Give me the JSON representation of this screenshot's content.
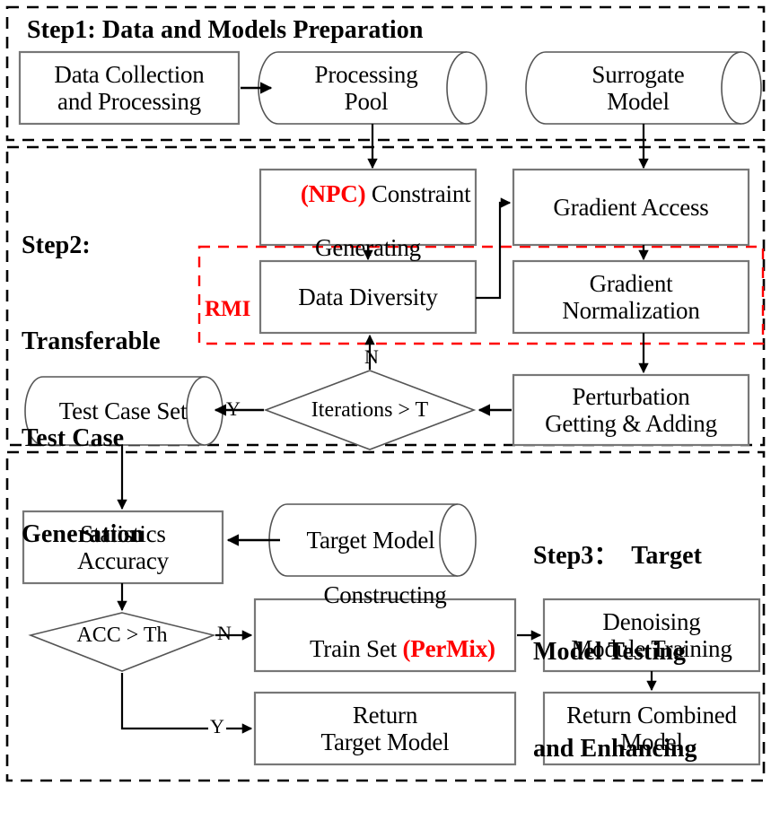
{
  "figure": {
    "type": "flowchart",
    "title_present": false,
    "colors": {
      "accent_red": "#ff0000",
      "box_stroke": "#777777",
      "connector": "#000000",
      "background": "#ffffff"
    }
  },
  "steps": [
    {
      "id": "step1",
      "title": "Step1: Data and Models Preparation"
    },
    {
      "id": "step2",
      "title_lines": [
        "Step2:",
        "Transferable",
        "Test Case",
        "Generation"
      ]
    },
    {
      "id": "step3",
      "title_lines": [
        "Step3：  Target",
        "Model Testing",
        "and Enhancing"
      ]
    }
  ],
  "nodes": {
    "data_collection": {
      "lines": [
        "Data Collection",
        "and Processing"
      ],
      "shape": "rect"
    },
    "processing_pool": {
      "lines": [
        "Processing",
        "Pool"
      ],
      "shape": "cylinder"
    },
    "surrogate_model": {
      "lines": [
        "Surrogate",
        "Model"
      ],
      "shape": "cylinder"
    },
    "constraint_generating": {
      "prefix": "(NPC)",
      "lines": [
        " Constraint",
        "Generating"
      ],
      "shape": "rect"
    },
    "gradient_access": {
      "lines": [
        "Gradient Access"
      ],
      "shape": "rect"
    },
    "data_diversity": {
      "lines": [
        "Data Diversity"
      ],
      "shape": "rect"
    },
    "gradient_normalization": {
      "lines": [
        "Gradient",
        "Normalization"
      ],
      "shape": "rect"
    },
    "perturbation": {
      "lines": [
        "Perturbation",
        "Getting & Adding"
      ],
      "shape": "rect"
    },
    "iterations_decision": {
      "lines": [
        "Iterations > T"
      ],
      "shape": "diamond"
    },
    "test_case_set": {
      "lines": [
        "Test Case Set"
      ],
      "shape": "cylinder"
    },
    "statistics_accuracy": {
      "lines": [
        "Statistics",
        "Accuracy"
      ],
      "shape": "rect"
    },
    "target_model": {
      "lines": [
        "Target Model"
      ],
      "shape": "cylinder"
    },
    "acc_decision": {
      "lines": [
        "ACC > Th"
      ],
      "shape": "diamond"
    },
    "constructing_train_set": {
      "line1": "Constructing",
      "line2_plain": "Train Set ",
      "line2_red": "(PerMix)",
      "shape": "rect"
    },
    "denoising_module": {
      "lines": [
        "Denoising",
        "Module Training"
      ],
      "shape": "rect"
    },
    "return_target_model": {
      "lines": [
        "Return",
        "Target Model"
      ],
      "shape": "rect"
    },
    "return_combined_model": {
      "lines": [
        "Return Combined",
        "Model"
      ],
      "shape": "rect"
    }
  },
  "annotations": {
    "rmi_group": "RMI",
    "edge_n_iterations": "N",
    "edge_y_iterations": "Y",
    "edge_n_acc": "N",
    "edge_y_acc": "Y"
  }
}
